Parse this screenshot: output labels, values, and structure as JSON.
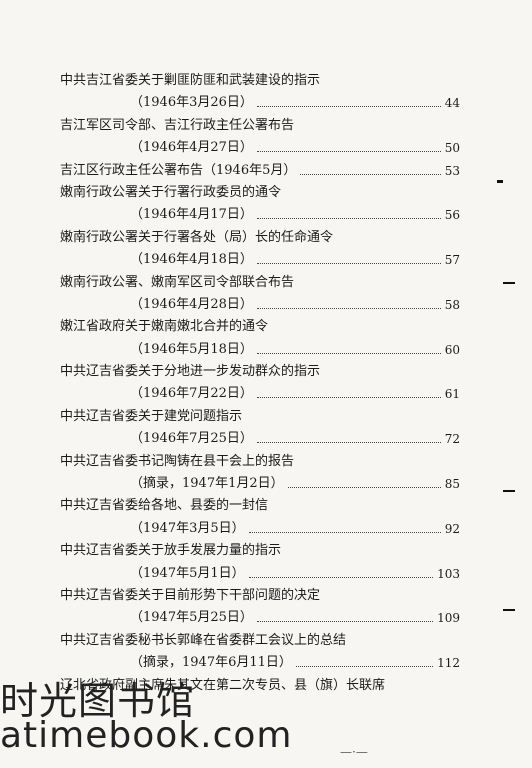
{
  "toc": [
    {
      "title": "中共吉江省委关于剿匪防匪和武装建设的指示",
      "date": "（1946年3月26日）",
      "page": "44"
    },
    {
      "title": "吉江军区司令部、吉江行政主任公署布告",
      "date": "（1946年4月27日）",
      "page": "50"
    },
    {
      "title": "吉江区行政主任公署布告（1946年5月）",
      "date": "",
      "page": "53"
    },
    {
      "title": "嫩南行政公署关于行署行政委员的通令",
      "date": "（1946年4月17日）",
      "page": "56"
    },
    {
      "title": "嫩南行政公署关于行署各处（局）长的任命通令",
      "date": "（1946年4月18日）",
      "page": "57"
    },
    {
      "title": "嫩南行政公署、嫩南军区司令部联合布告",
      "date": "（1946年4月28日）",
      "page": "58"
    },
    {
      "title": "嫩江省政府关于嫩南嫩北合并的通令",
      "date": "（1946年5月18日）",
      "page": "60"
    },
    {
      "title": "中共辽吉省委关于分地进一步发动群众的指示",
      "date": "（1946年7月22日）",
      "page": "61"
    },
    {
      "title": "中共辽吉省委关于建党问题指示",
      "date": "（1946年7月25日）",
      "page": "72"
    },
    {
      "title": "中共辽吉省委书记陶铸在县干会上的报告",
      "date": "（摘录，1947年1月2日）",
      "page": "85"
    },
    {
      "title": "中共辽吉省委给各地、县委的一封信",
      "date": "（1947年3月5日）",
      "page": "92"
    },
    {
      "title": "中共辽吉省委关于放手发展力量的指示",
      "date": "（1947年5月1日）",
      "page": "103"
    },
    {
      "title": "中共辽吉省委关于目前形势下干部问题的决定",
      "date": "（1947年5月25日）",
      "page": "109"
    },
    {
      "title": "中共辽吉省委秘书长郭峰在省委群工会议上的总结",
      "date": "（摘录，1947年6月11日）",
      "page": "112"
    },
    {
      "title": "辽北省政府副主席朱其文在第二次专员、县（旗）长联席",
      "date": "",
      "page": ""
    }
  ],
  "watermark": {
    "text_cn": "时光图书馆",
    "text_url": "atimebook.com"
  },
  "footer": "—·—"
}
